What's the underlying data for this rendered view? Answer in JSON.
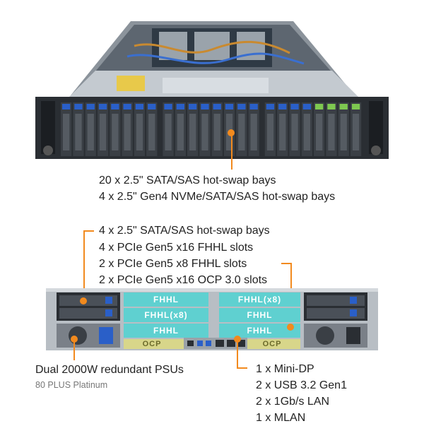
{
  "front": {
    "lines": [
      "20 x 2.5\" SATA/SAS hot-swap bays",
      "4 x 2.5\" Gen4 NVMe/SATA/SAS hot-swap bays"
    ]
  },
  "rear": {
    "top_lines": [
      "4 x 2.5\" SATA/SAS hot-swap bays",
      "4 x PCIe Gen5 x16 FHHL slots",
      "2 x PCIe Gen5 x8 FHHL slots",
      "2 x PCIe Gen5 x16 OCP 3.0 slots"
    ],
    "psu_title": "Dual 2000W redundant PSUs",
    "psu_subtitle": "80 PLUS Platinum",
    "io_lines": [
      "1 x Mini-DP",
      "2 x USB 3.2 Gen1",
      "2 x 1Gb/s LAN",
      "1 x MLAN"
    ],
    "slot_labels": {
      "fhhl": "FHHL",
      "fhhl_x8": "FHHL(x8)",
      "ocp": "OCP"
    }
  },
  "colors": {
    "accent": "#f28a1e",
    "pcie_slot": "#5fd0d0",
    "ocp_slot": "#d8d68a",
    "nvme_tab": "#7ec850",
    "sata_tab": "#2a5fc8"
  }
}
